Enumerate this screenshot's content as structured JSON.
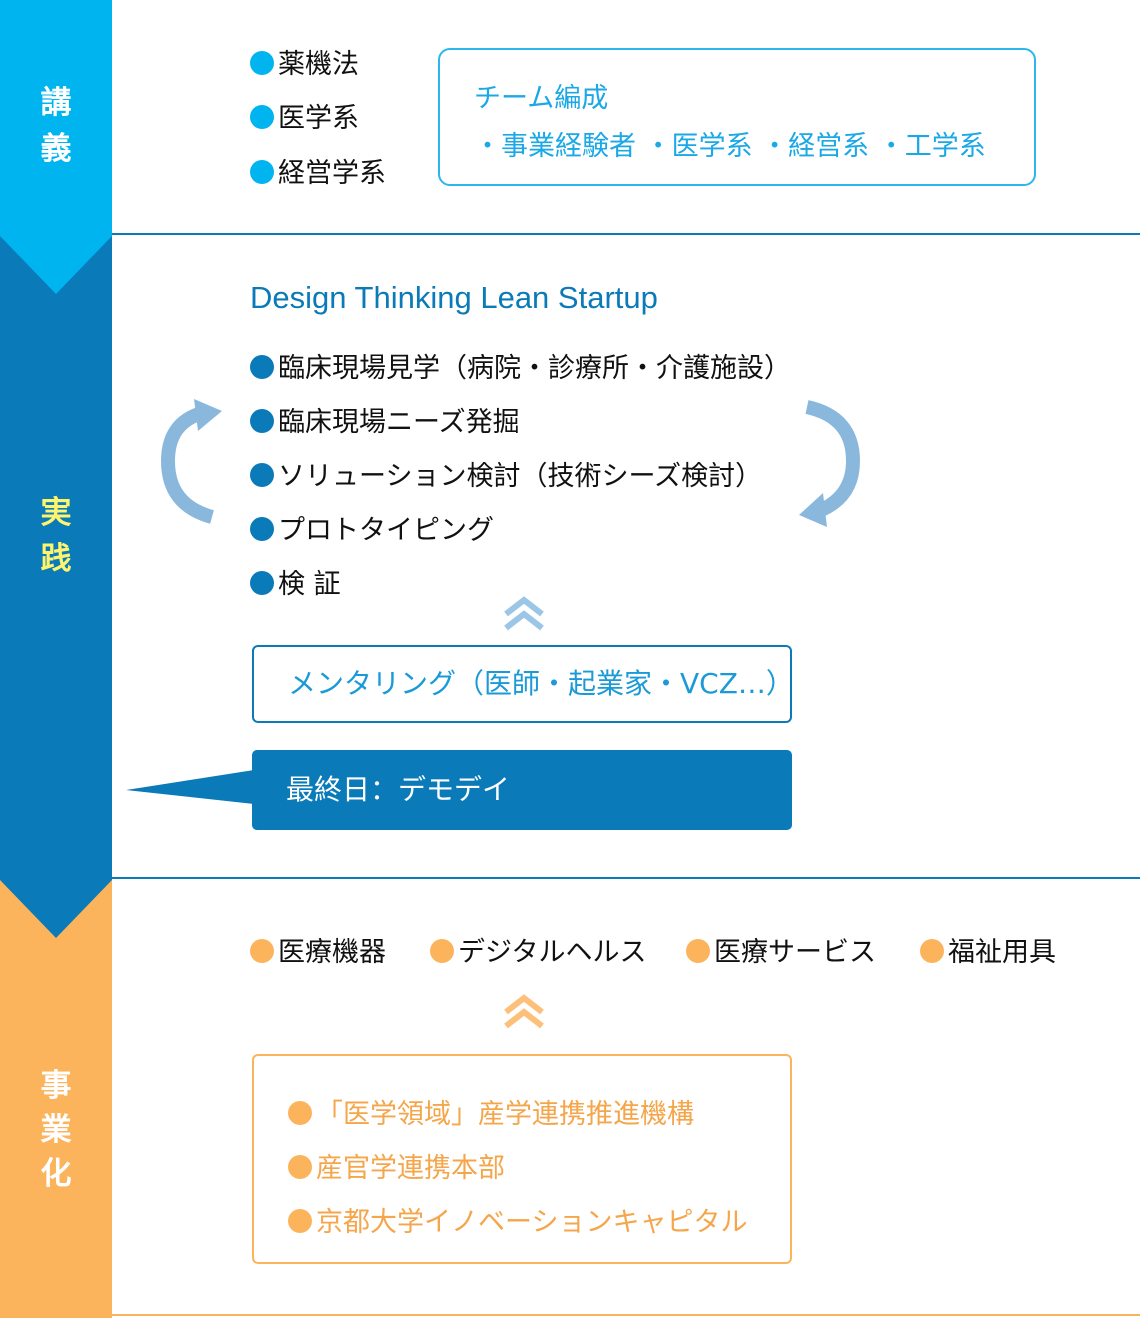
{
  "stages": {
    "lecture": {
      "label": [
        "講",
        "義"
      ],
      "color": "#00b4f0",
      "text_color": "#ffffff"
    },
    "practice": {
      "label": [
        "実",
        "践"
      ],
      "color": "#0a7ab8",
      "text_color": "#fff46e"
    },
    "business": {
      "label": [
        "事",
        "業",
        "化"
      ],
      "color": "#fcb45c",
      "text_color": "#ffffff"
    }
  },
  "lecture": {
    "subjects": [
      "薬機法",
      "医学系",
      "経営学系"
    ],
    "team": {
      "title": "チーム編成",
      "members": "・事業経験者 ・医学系 ・経営系 ・工学系"
    }
  },
  "practice": {
    "method_title": "Design Thinking Lean Startup",
    "steps": [
      "臨床現場見学（病院・診療所・介護施設）",
      "臨床現場ニーズ発掘",
      "ソリューション検討（技術シーズ検討）",
      "プロトタイピング",
      "検 証"
    ],
    "mentoring": "メンタリング（医師・起業家・VCZ…）",
    "final_day": "最終日：デモデイ"
  },
  "business": {
    "fields": [
      "医療機器",
      "デジタルヘルス",
      "医療サービス",
      "福祉用具"
    ],
    "support": [
      "「医学領域」産学連携推進機構",
      "産官学連携本部",
      "京都大学イノベーションキャピタル"
    ]
  },
  "colors": {
    "lecture_blue": "#00b4f0",
    "practice_blue": "#0a7ab8",
    "business_orange": "#fcb45c",
    "cycle_arrow": "#8ab8dc"
  }
}
